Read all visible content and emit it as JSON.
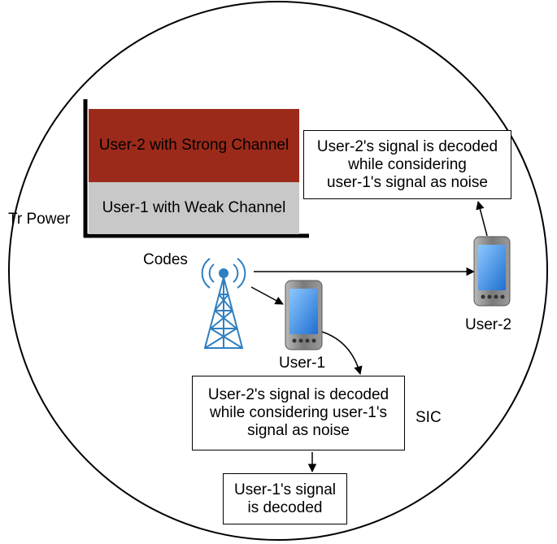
{
  "power_chart": {
    "axis_label": "Tr Power",
    "top_bar_label": "User-2 with Strong Channel",
    "bottom_bar_label": "User-1 with Weak Channel",
    "top_bar_color": "#9c2a1a",
    "bottom_bar_color": "#c8c8c8"
  },
  "labels": {
    "codes": "Codes",
    "user1": "User-1",
    "user2": "User-2",
    "sic": "SIC"
  },
  "boxes": {
    "user2_decode": [
      "User-2's signal is decoded",
      "while considering",
      "user-1's signal as noise"
    ],
    "user1_sic": [
      "User-2's signal is decoded",
      "while considering user-1's",
      "signal as noise"
    ],
    "user1_final": [
      "User-1's signal",
      "is decoded"
    ]
  },
  "colors": {
    "tower": "#2f7fc1",
    "phone_body": "#8a8a8a",
    "phone_screen": "#3a8ee8"
  }
}
